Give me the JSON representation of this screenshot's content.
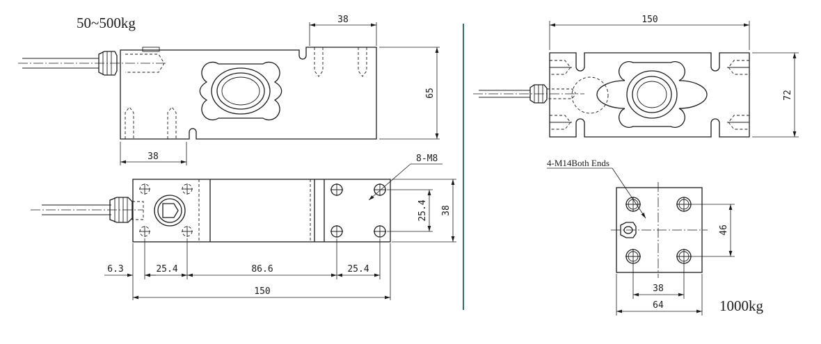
{
  "left_capacity_label": "50~500kg",
  "right_capacity_label": "1000kg",
  "colors": {
    "line": "#1a1a1a",
    "divider": "#2f6f6a",
    "background": "#ffffff"
  },
  "side_view": {
    "dim_top": "38",
    "dim_bottom": "38",
    "dim_height": "65"
  },
  "bottom_view": {
    "hole_note": "8-M8",
    "dim_inner": "25.4",
    "dim_outer": "38",
    "dim_seg_1": "6.3",
    "dim_seg_2": "25.4",
    "dim_seg_3": "86.6",
    "dim_seg_4": "25.4",
    "dim_total": "150"
  },
  "big_side_view": {
    "dim_width": "150",
    "dim_height": "72"
  },
  "end_view": {
    "hole_note": "4-M14Both Ends",
    "dim_height": "46",
    "dim_inner": "38",
    "dim_total": "64"
  }
}
